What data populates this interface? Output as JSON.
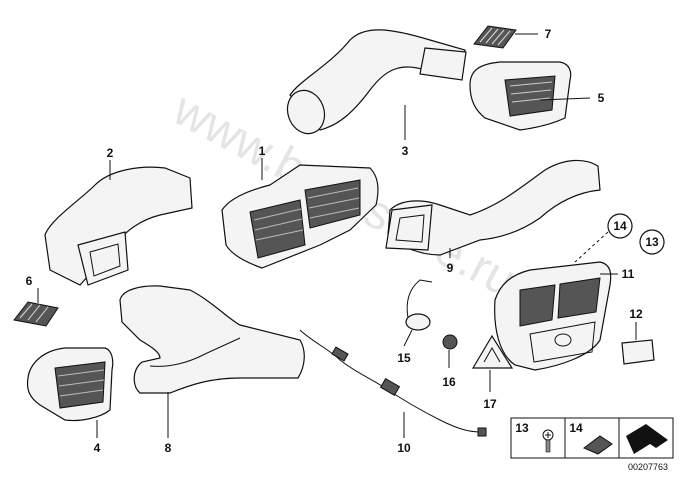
{
  "watermark": "www.bmwstore.ru",
  "callouts": {
    "n1": "1",
    "n2": "2",
    "n3": "3",
    "n4": "4",
    "n5": "5",
    "n6": "6",
    "n7": "7",
    "n8": "8",
    "n9": "9",
    "n10": "10",
    "n11": "11",
    "n12": "12",
    "n13": "13",
    "n14": "14",
    "n15": "15",
    "n16": "16",
    "n17": "17"
  },
  "legend": {
    "a": "13",
    "b": "14"
  },
  "diagram_code": "00207763"
}
